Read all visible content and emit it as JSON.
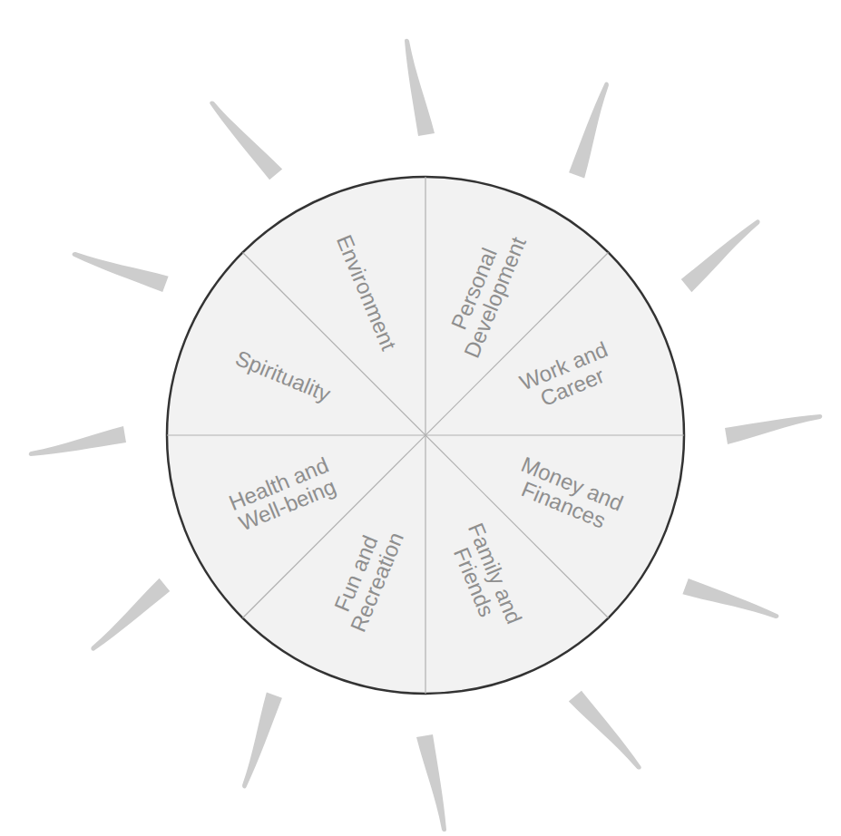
{
  "diagram": {
    "nodes": [
      {
        "text": [
          "Environment"
        ]
      },
      {
        "text": [
          "Personal Development"
        ]
      },
      {
        "text": [
          "Work and Career"
        ]
      },
      {
        "text": [
          "Money and Finances"
        ]
      },
      {
        "text": [
          "Family and Friends"
        ]
      },
      {
        "text": [
          "Fun and Recreation"
        ]
      },
      {
        "text": [
          "Health and Well-being"
        ]
      },
      {
        "text": [
          "Spirituality"
        ]
      }
    ]
  }
}
